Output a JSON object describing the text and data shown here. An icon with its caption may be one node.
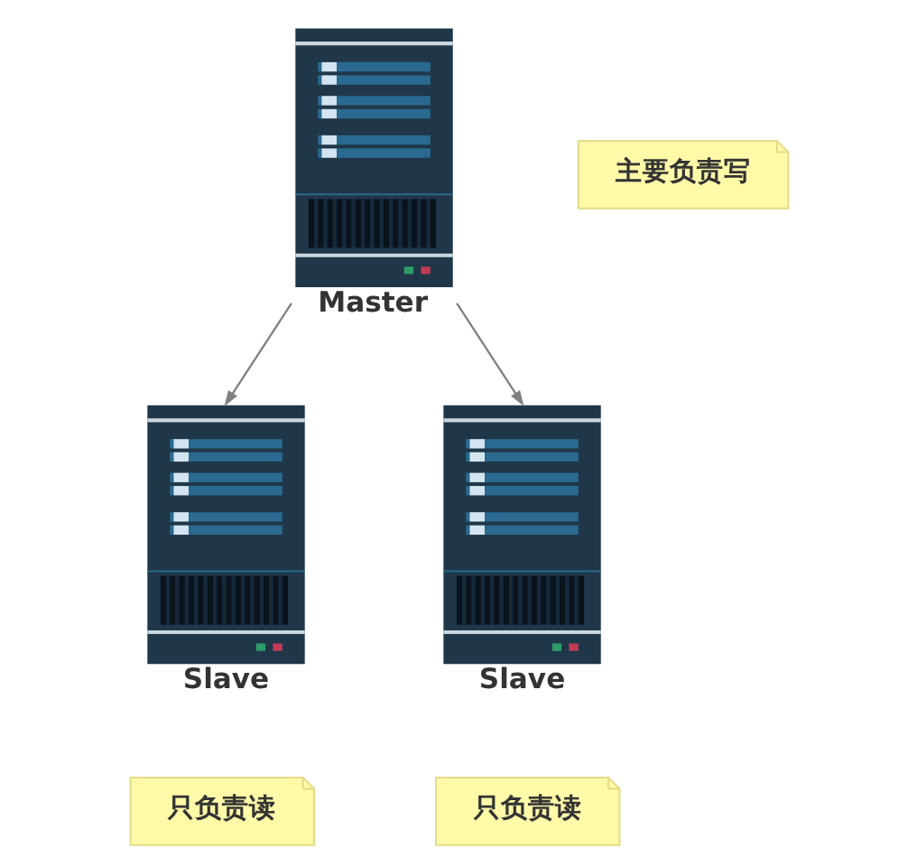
{
  "diagram": {
    "nodes": [
      {
        "text": [
          "Master"
        ]
      },
      {
        "text": [
          "主要负责写"
        ]
      },
      {
        "text": [
          "Slave"
        ]
      },
      {
        "text": [
          "Slave"
        ]
      },
      {
        "text": [
          "只负责读"
        ]
      },
      {
        "text": [
          "只负责读"
        ]
      }
    ],
    "edges": [
      {
        "from": 0,
        "to": 2,
        "arrow": "to"
      },
      {
        "from": 0,
        "to": 3,
        "arrow": "to"
      }
    ]
  }
}
